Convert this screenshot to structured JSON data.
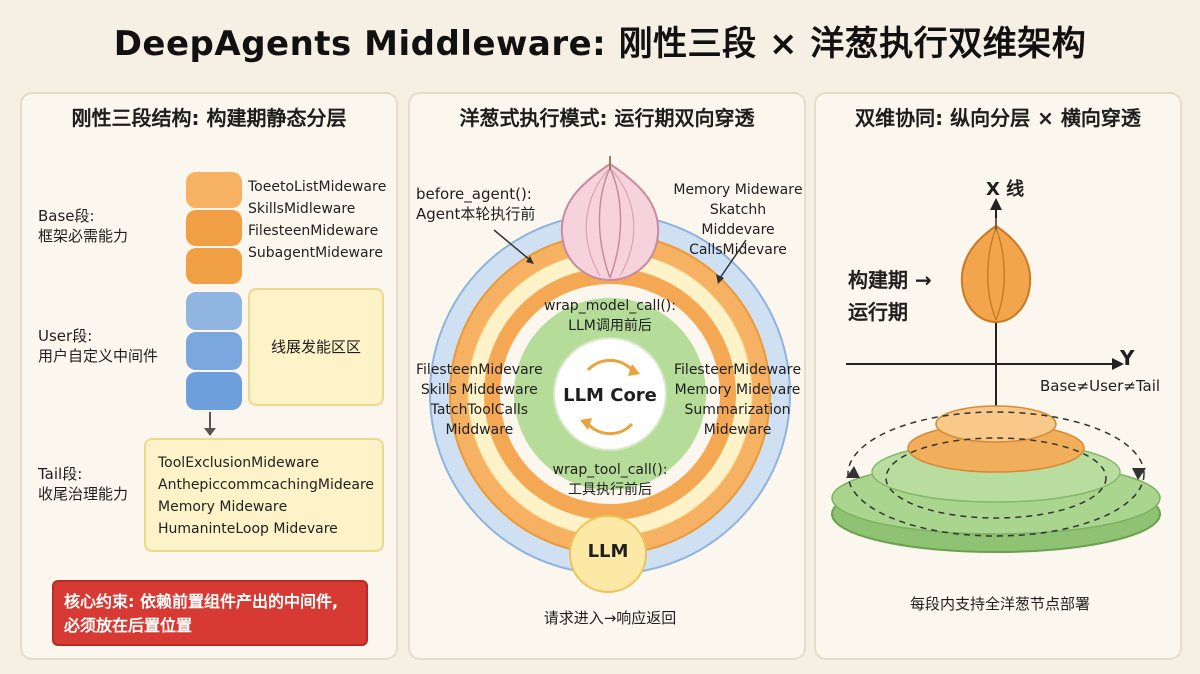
{
  "title": "DeepAgents Middleware: 刚性三段 × 洋葱执行双维架构",
  "left": {
    "title": "刚性三段结构: 构建期静态分层",
    "base_label": [
      "Base段:",
      "框架必需能力"
    ],
    "base_items": [
      "ToeetoListMidewarе",
      "SkillsMidleware",
      "FilesteenMidewarе",
      "SubagentMidewarе"
    ],
    "user_label": [
      "User段:",
      "用户自定义中间件"
    ],
    "user_area": "线展发能区区",
    "tail_label": [
      "Tail段:",
      "收尾治理能力"
    ],
    "tail_items": [
      "ToolExclusionMidewarе",
      "AnthepiccommcachingMideare",
      "Memory Midewarе",
      "HumaninteLoop Midevare"
    ],
    "constraint": "核心约束: 依赖前置组件产出的中间件, 必须放在后置位置"
  },
  "mid": {
    "title": "洋葱式执行模式: 运行期双向穿透",
    "before_agent": [
      "before_agent():",
      "Agent本轮执行前"
    ],
    "top_right": [
      "Memory Midewarе",
      "Skatchh Middevare",
      "CallsMidevare"
    ],
    "wrap_model": [
      "wrap_model_call():",
      "LLM调用前后"
    ],
    "left_list": [
      "FilesteenMidevare",
      "Skills Middeware",
      "TatchToolCalls",
      "Middware"
    ],
    "right_list": [
      "FilesteerMidewarе",
      "Memory Midevare",
      "Summarization",
      "Midеware"
    ],
    "core": "LLM Core",
    "wrap_tool": [
      "wrap_tool_call():",
      "工具执行前后"
    ],
    "llm": "LLM",
    "footer": "请求进入→响应返回"
  },
  "right": {
    "title": "双维协同: 纵向分层 × 横向穿透",
    "x_axis": "X 线",
    "y_axis": "Y",
    "build": "构建期 →",
    "run": "运行期",
    "segments": "Base≠User≠Tail",
    "footer": "每段内支持全洋葱节点部署"
  },
  "colors": {
    "orange": "#f19f45",
    "blue": "#6c9fdc",
    "green": "#b6dc9a",
    "yellow": "#fdf2c8",
    "red": "#d63a33"
  }
}
